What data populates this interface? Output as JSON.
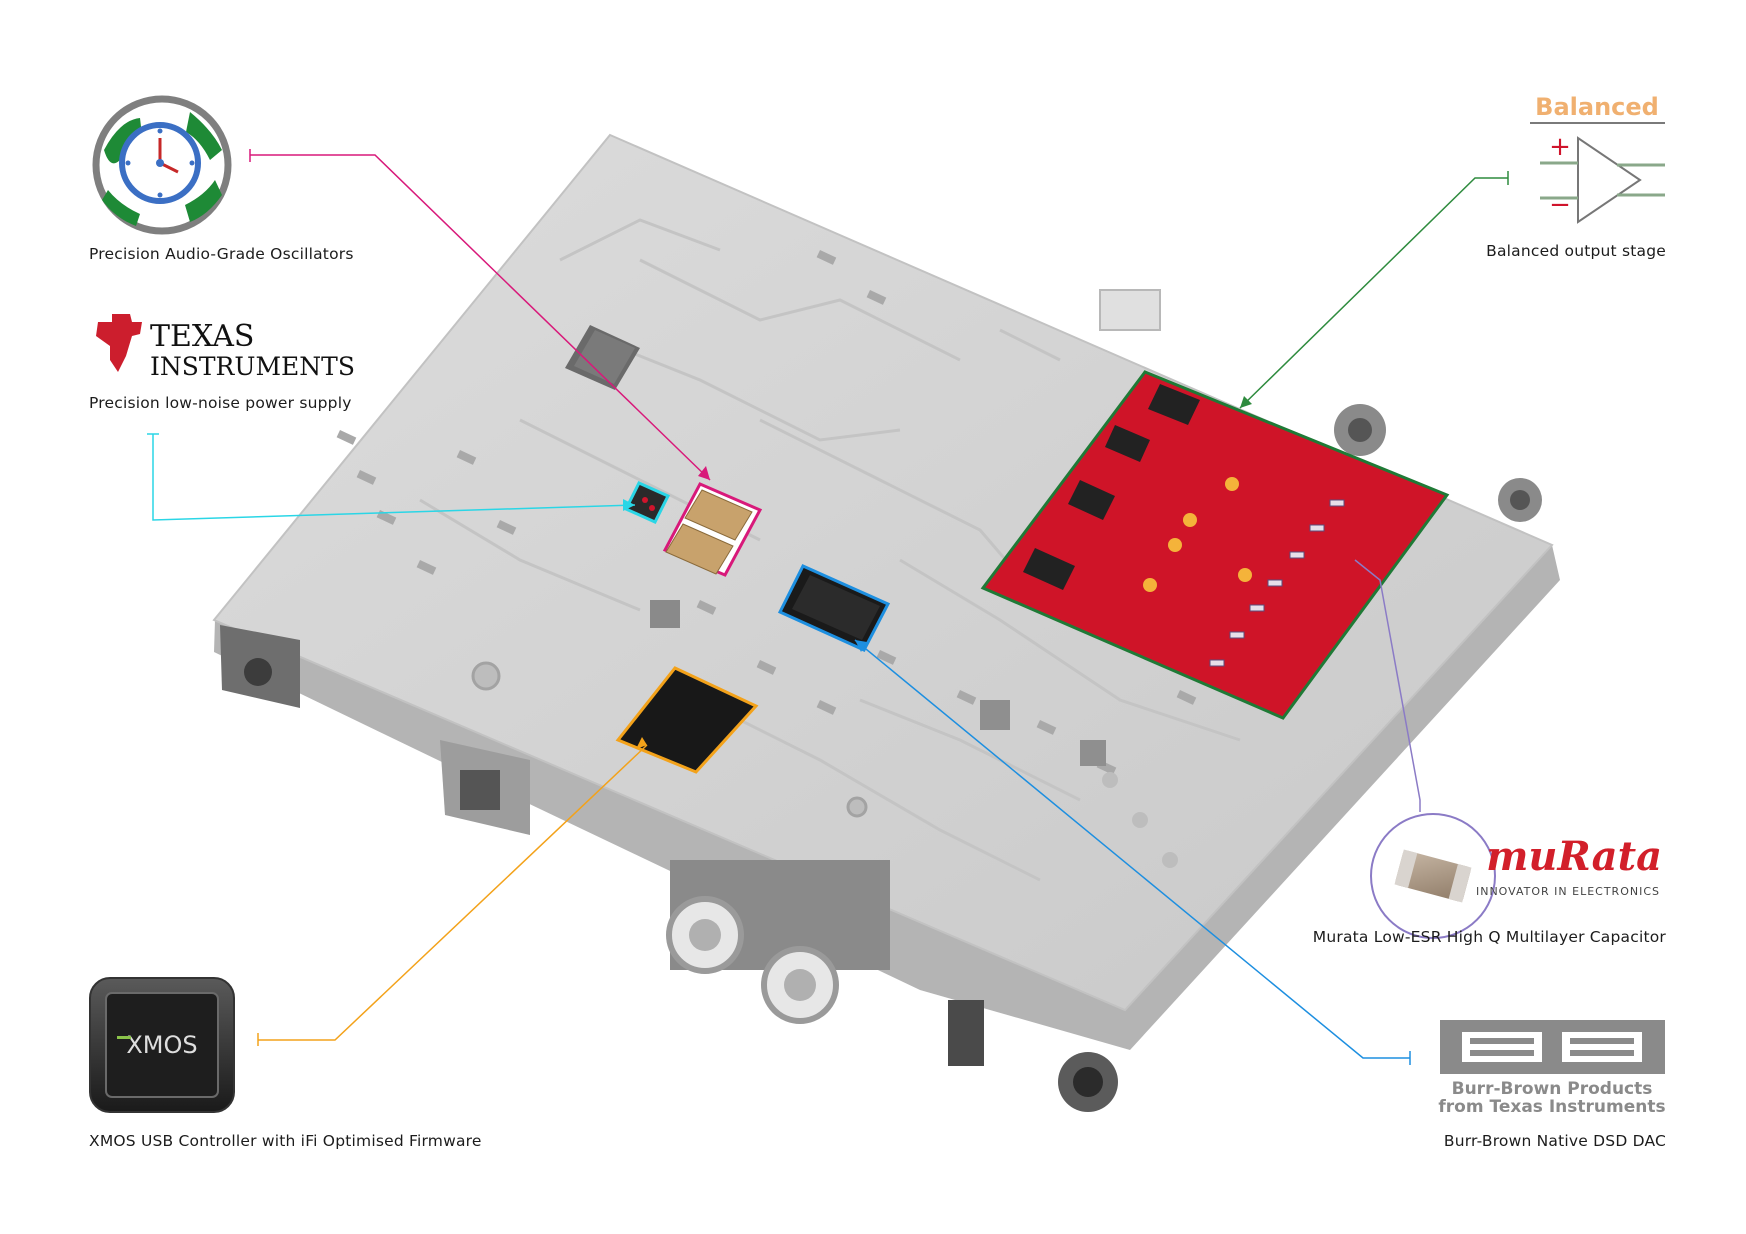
{
  "callouts": {
    "oscillators": {
      "caption": "Precision Audio-Grade Oscillators",
      "color": "#d8197a"
    },
    "power_supply": {
      "caption": "Precision low-noise power supply",
      "color": "#2ad6e6"
    },
    "xmos": {
      "caption": "XMOS USB Controller with iFi Optimised Firmware",
      "color": "#f3a21a"
    },
    "balanced": {
      "caption": "Balanced output stage",
      "color": "#2e8b3e"
    },
    "murata": {
      "caption": "Murata Low-ESR High Q Multilayer Capacitor",
      "color": "#8b7bc6"
    },
    "dac": {
      "caption": "Burr-Brown Native DSD DAC",
      "color": "#1d8fe0"
    }
  },
  "logos": {
    "ti_line1": "TEXAS",
    "ti_line2": "INSTRUMENTS",
    "xmos": "XMOS",
    "balanced_title": "Balanced",
    "balanced_plus": "+",
    "balanced_minus": "−",
    "murata_name": "muRata",
    "murata_tagline": "INNOVATOR IN ELECTRONICS",
    "bb_mark": "BB",
    "bb_line1": "Burr-Brown Products",
    "bb_line2": "from Texas Instruments"
  },
  "colors": {
    "pcb_gray": "#d3d3d3",
    "pcb_dark": "#b9b9b9",
    "highlight_red": "#d0142c",
    "balanced_orange": "#f0b070",
    "ti_red": "#cc1e2d",
    "murata_red": "#d21f2a",
    "bb_gray": "#8a8a8a"
  },
  "icons": [
    "clock-globe-icon",
    "ti-logo-icon",
    "xmos-chip-icon",
    "balanced-amp-icon",
    "capacitor-icon",
    "burr-brown-logo-icon"
  ]
}
